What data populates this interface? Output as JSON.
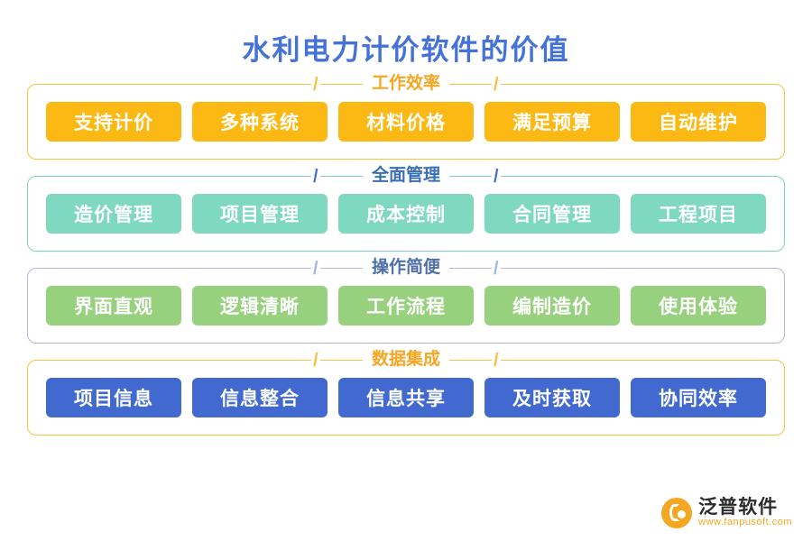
{
  "title": "水利电力计价软件的价值",
  "decoration": {
    "slash_left": "/",
    "slash_right": "/"
  },
  "groups": [
    {
      "label": "工作效率",
      "chip_color": "#fdb913",
      "border_color": "#f6c244",
      "label_color": "#f5a623",
      "items": [
        "支持计价",
        "多种系统",
        "材料价格",
        "满足预算",
        "自动维护"
      ]
    },
    {
      "label": "全面管理",
      "chip_color": "#7fd8c0",
      "border_color": "#7fd4c1",
      "label_color": "#3a6fb5",
      "items": [
        "造价管理",
        "项目管理",
        "成本控制",
        "合同管理",
        "工程项目"
      ]
    },
    {
      "label": "操作简便",
      "chip_color": "#98d17e",
      "border_color": "#b7b7d8",
      "label_color": "#4e6fa8",
      "items": [
        "界面直观",
        "逻辑清晰",
        "工作流程",
        "编制造价",
        "使用体验"
      ]
    },
    {
      "label": "数据集成",
      "chip_color": "#4169d0",
      "border_color": "#f6c244",
      "label_color": "#f5a623",
      "items": [
        "项目信息",
        "信息整合",
        "信息共享",
        "及时获取",
        "协同效率"
      ]
    }
  ],
  "logo": {
    "name": "泛普软件",
    "url": "www.fanpusoft.com"
  }
}
